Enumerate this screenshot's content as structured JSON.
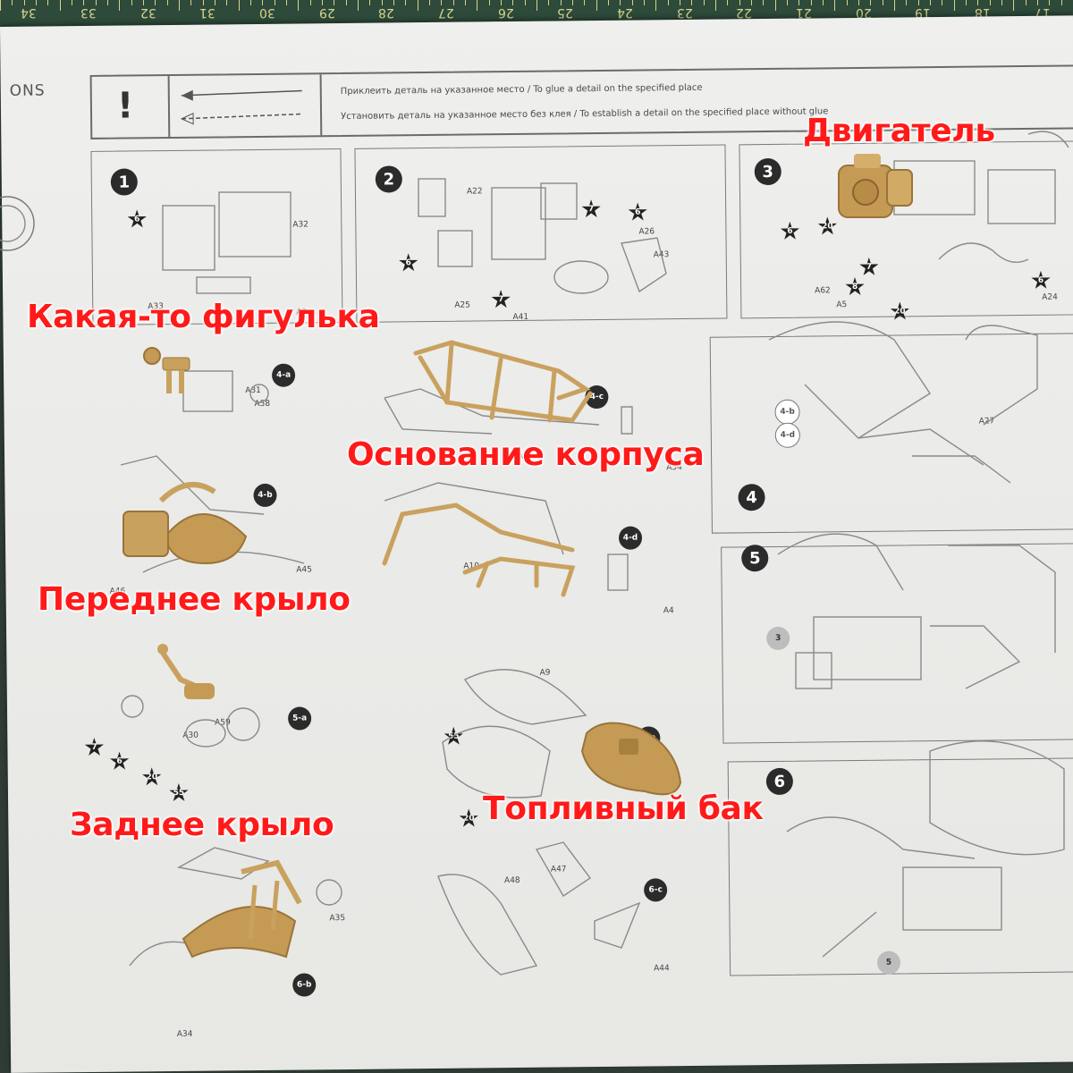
{
  "ruler": {
    "numbers": [
      "34",
      "33",
      "32",
      "31",
      "30",
      "29",
      "28",
      "27",
      "26",
      "25",
      "24",
      "23",
      "22",
      "21",
      "20",
      "19",
      "18",
      "17"
    ]
  },
  "sheet": {
    "corner_text": "ONS",
    "legend": {
      "glue": "Приклеить деталь на указанное место / To glue a detail on the specified place",
      "no_glue": "Установить деталь на указанное место без клея / To establish a detail on the specified place without glue"
    },
    "steps": [
      "1",
      "2",
      "3",
      "4",
      "5",
      "6"
    ],
    "sub_steps": [
      "4-a",
      "4-b",
      "4-c",
      "4-d",
      "5-a",
      "6-a",
      "6-b",
      "6-c"
    ],
    "part_labels": [
      "A32",
      "A33",
      "A3",
      "A22",
      "A26",
      "A43",
      "A25",
      "A41",
      "A62",
      "A5",
      "A24",
      "A31",
      "A58",
      "A8",
      "A54",
      "A27",
      "A45",
      "A46",
      "A10",
      "A4",
      "A9",
      "A59",
      "A30",
      "A35",
      "A34",
      "A47",
      "A48",
      "A44"
    ],
    "paint_refs": [
      "6",
      "6",
      "7",
      "6",
      "6",
      "7",
      "20",
      "7",
      "8",
      "6",
      "20",
      "7",
      "6",
      "20",
      "55",
      "55",
      "20"
    ],
    "step_refs": [
      "4-b",
      "4-d",
      "3",
      "5"
    ]
  },
  "captions": {
    "engine": "Двигатель",
    "gizmo": "Какая-то фигулька",
    "frame": "Основание корпуса",
    "front_fender": "Переднее крыло",
    "fuel_tank": "Топливный бак",
    "rear_fender": "Заднее крыло"
  },
  "colors": {
    "caption": "#ff1a1a",
    "plastic": "#c9a15e",
    "plastic_shade": "#a57e3e",
    "mat": "#2d4a3a",
    "paper": "#ededeb",
    "lineart": "#8a8a8a"
  }
}
